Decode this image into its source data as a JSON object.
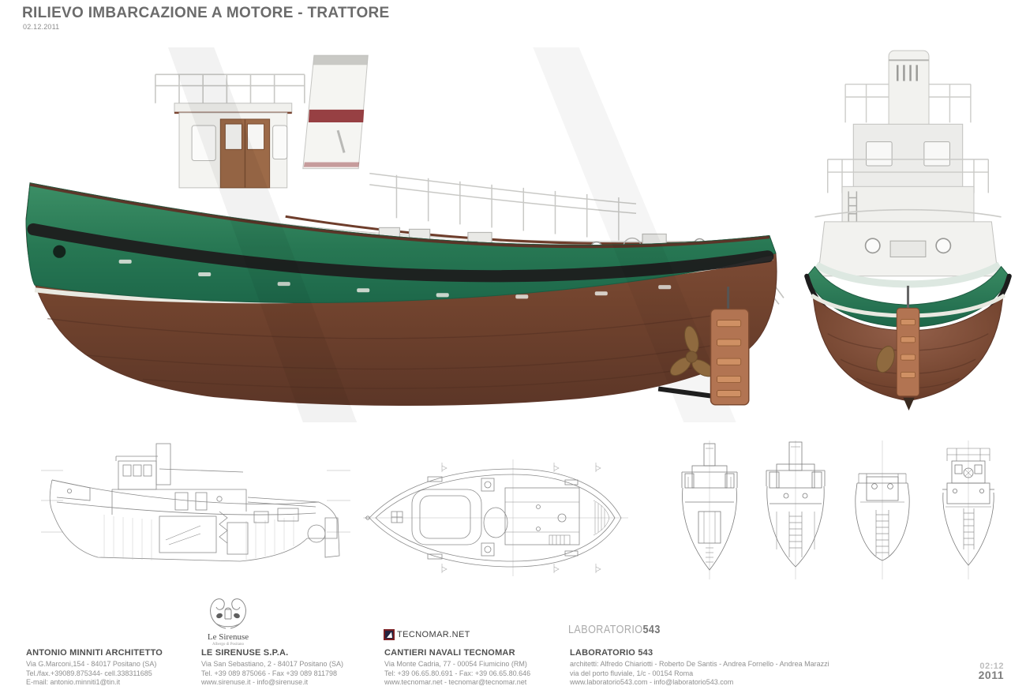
{
  "header": {
    "title": "RILIEVO IMBARCAZIONE A MOTORE - TRATTORE",
    "date": "02.12.2011"
  },
  "stamp": {
    "time": "02:12",
    "year": "2011"
  },
  "logos": {
    "sirenuse": {
      "name": "Le Sirenuse",
      "subtitle": "Albergo di Positano"
    },
    "tecnomar": {
      "label": "TECNOMAR.NET"
    },
    "laboratorio": {
      "light": "LABORATORIO",
      "bold": "543"
    }
  },
  "footer": {
    "columns": [
      {
        "title": "ANTONIO MINNITI ARCHITETTO",
        "lines": [
          "Via G.Marconi,154 - 84017 Positano (SA)",
          "Tel./fax.+39089.875344- cell.338311685",
          "E-mail: antonio.minniti1@tin.it"
        ]
      },
      {
        "title": "LE SIRENUSE S.P.A.",
        "lines": [
          "Via San Sebastiano, 2 - 84017 Positano (SA)",
          "Tel. +39 089 875066 - Fax +39 089 811798",
          "www.sirenuse.it  - info@sirenuse.it"
        ]
      },
      {
        "title": "CANTIERI NAVALI TECNOMAR",
        "lines": [
          "Via Monte Cadria, 77 - 00054 Fiumicino (RM)",
          "Tel: +39 06.65.80.691 - Fax: +39 06.65.80.646",
          "www.tecnomar.net - tecnomar@tecnomar.net"
        ]
      },
      {
        "title": "LABORATORIO 543",
        "lines": [
          "architetti: Alfredo Chiariotti - Roberto De Santis - Andrea Fornello - Andrea Marazzi",
          "via del porto fluviale, 1/c - 00154 Roma",
          "www.laboratorio543.com - info@laboratorio543.com"
        ]
      }
    ]
  },
  "colors": {
    "hull_green": "#2e7d58",
    "hull_copper": "#7b4a37",
    "funnel_band_red": "#8e3034",
    "tecnomar_red": "#7a2024",
    "tecnomar_navy": "#23233f",
    "title_gray": "#6b6b6b"
  }
}
